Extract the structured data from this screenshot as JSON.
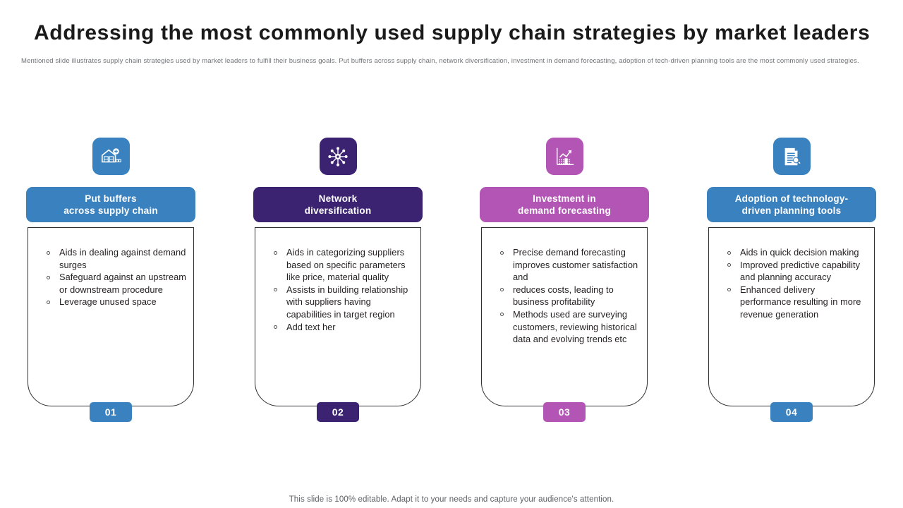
{
  "slide": {
    "title": "Addressing the most commonly used supply chain strategies by market leaders",
    "subtitle": "Mentioned slide illustrates supply chain strategies used by market leaders to fulfill their business goals. Put buffers across supply chain, network diversification, investment in demand  forecasting, adoption of tech-driven planning tools are the most commonly used strategies.",
    "footer": "This slide is 100% editable. Adapt it to your needs and capture your audience's attention."
  },
  "colors": {
    "blue": "#3a81bf",
    "indigo": "#3b2371",
    "magenta": "#b355b5",
    "blue_alt": "#3a81bf",
    "outline": "#2f3033",
    "title": "#1a1a1a",
    "subtitle": "#6f7276",
    "body_text": "#231f20"
  },
  "columns": [
    {
      "icon": "warehouse-add-icon",
      "icon_bg": "#3a81bf",
      "header": "Put buffers\nacross supply chain",
      "header_bg": "#3a81bf",
      "badge": "01",
      "badge_bg": "#3a81bf",
      "bullets": [
        "Aids in dealing against demand surges",
        "Safeguard against an upstream or downstream procedure",
        "Leverage unused space"
      ]
    },
    {
      "icon": "network-hub-icon",
      "icon_bg": "#3b2371",
      "header": "Network\ndiversification",
      "header_bg": "#3b2371",
      "badge": "02",
      "badge_bg": "#3b2371",
      "bullets": [
        "Aids in categorizing suppliers based on specific parameters like price, material quality",
        "Assists in building relationship with suppliers having capabilities in target region",
        "Add text her"
      ]
    },
    {
      "icon": "bar-chart-trend-icon",
      "icon_bg": "#b355b5",
      "header": "Investment in\ndemand forecasting",
      "header_bg": "#b355b5",
      "badge": "03",
      "badge_bg": "#b355b5",
      "bullets": [
        "Precise demand forecasting improves customer satisfaction and",
        "reduces costs, leading to business profitability",
        "Methods used are surveying customers, reviewing historical data and evolving trends etc"
      ]
    },
    {
      "icon": "document-tool-icon",
      "icon_bg": "#3a81bf",
      "header": "Adoption of technology-\ndriven planning tools",
      "header_bg": "#3a81bf",
      "badge": "04",
      "badge_bg": "#3a81bf",
      "bullets": [
        "Aids in quick decision making",
        "Improved predictive capability and planning  accuracy",
        "Enhanced delivery performance resulting in more revenue generation"
      ]
    }
  ]
}
